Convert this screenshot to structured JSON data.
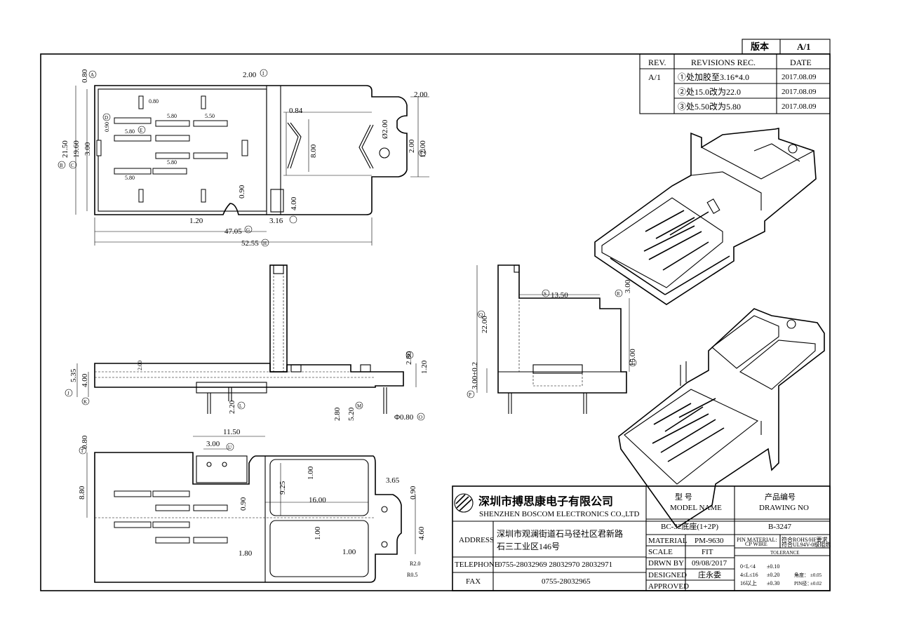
{
  "header": {
    "version_label": "版本",
    "version_value": "A/1"
  },
  "revisions": {
    "col_rev": "REV.",
    "col_rec": "REVISIONS REC.",
    "col_date": "DATE",
    "rows": [
      {
        "rev": "A/1",
        "rec": "①处加胶至3.16*4.0",
        "date": "2017.08.09"
      },
      {
        "rev": "",
        "rec": "②处15.0改为22.0",
        "date": "2017.08.09"
      },
      {
        "rev": "",
        "rec": "③处5.50改为5.80",
        "date": "2017.08.09"
      }
    ]
  },
  "top_view": {
    "dims": {
      "d080": "0.80",
      "d200": "2.00",
      "d200r": "2.00",
      "d084": "0.84",
      "d2150": "21.50",
      "d1960": "19.60",
      "d300": "3.00",
      "d090": "0.90",
      "d580a": "5.80",
      "d550": "5.50",
      "d580b": "5.80",
      "d580c": "5.80",
      "d580d": "5.80",
      "d080s": "0.80",
      "d800": "8.00",
      "d200v": "2.00",
      "d1200": "12.00",
      "d2dia": "Ø2.00",
      "d090b": "0.90",
      "d400": "4.00",
      "d120": "1.20",
      "d316": "3.16",
      "d4705": "47.05",
      "d5255": "52.55"
    },
    "markers": [
      "A",
      "B",
      "C",
      "D",
      "E",
      "F",
      "G",
      "H",
      "I"
    ]
  },
  "side_view": {
    "dims": {
      "d535": "5.35",
      "d400": "4.00",
      "d200": "2.00",
      "d220": "2.20",
      "d280": "2.80",
      "d520": "5.20",
      "d080dia": "Φ0.80",
      "d120": "1.20",
      "d280b": "2.80"
    },
    "markers": [
      "J",
      "K",
      "L",
      "M",
      "N",
      "O"
    ]
  },
  "end_view": {
    "dims": {
      "d1350": "13.50",
      "d300": "3.00",
      "d2200": "22.00",
      "d1500": "15.00",
      "d300tol": "3.00±0.2"
    },
    "markers": [
      "P",
      "Q",
      "R",
      "S",
      "T"
    ]
  },
  "bottom_view": {
    "dims": {
      "d080": "0.80",
      "d1150": "11.50",
      "d300": "3.00",
      "d880": "8.80",
      "d925": "9.25",
      "d100a": "1.00",
      "d1600": "16.00",
      "d090": "0.90",
      "d365": "3.65",
      "d090b": "0.90",
      "d460": "4.60",
      "d100b": "1.00",
      "d180": "1.80",
      "d100c": "1.00",
      "r20": "R2.0",
      "r05": "R0.5"
    },
    "markers": [
      "T",
      "U"
    ]
  },
  "title_block": {
    "company_cn": "深圳市搏思康电子有限公司",
    "company_en": "SHENZHEN BOSCOM ELECTRONICS CO.,LTD",
    "address_label": "ADDRESS",
    "address_line1": "深圳市观澜街道石马径社区君新路",
    "address_line2": "石三工业区146号",
    "telephone_label": "TELEPHONE",
    "telephone_value": "0755-28032969 28032970 28032971",
    "fax_label": "FAX",
    "fax_value": "0755-28032965",
    "model_cn": "型    号",
    "model_en": "MODEL NAME",
    "model_value": "BC-32底座(1+2P)",
    "drawing_cn": "产品编号",
    "drawing_en": "DRAWING NO",
    "drawing_value": "B-3247",
    "material_label": "MATERIAL",
    "material_value": "PM-9630",
    "scale_label": "SCALE",
    "scale_value": "FIT",
    "drwn_label": "DRWN BY",
    "drwn_value": "09/08/2017",
    "designed_label": "DESIGNED",
    "designed_value": "庄永委",
    "approved_label": "APPROVED",
    "pin_material_label": "PIN MATERIAL:",
    "pin_material_value": "符合ROHS/HF要求",
    "cp_wire_label": "CP WIRE",
    "cp_wire_value": "符合UL94V-0级阻燃",
    "tolerance_label": "TOLERANCE",
    "tol_rows": [
      {
        "range": "0<L<4",
        "tol": "±0.10"
      },
      {
        "range": "4≤L≤16",
        "tol": "±0.20"
      },
      {
        "range": "16以上",
        "tol": "±0.30"
      }
    ],
    "angle_label": "角度：",
    "angle_value": "±0.05",
    "pin_dia_label": "PIN径：",
    "pin_dia_value": "±0.02"
  }
}
